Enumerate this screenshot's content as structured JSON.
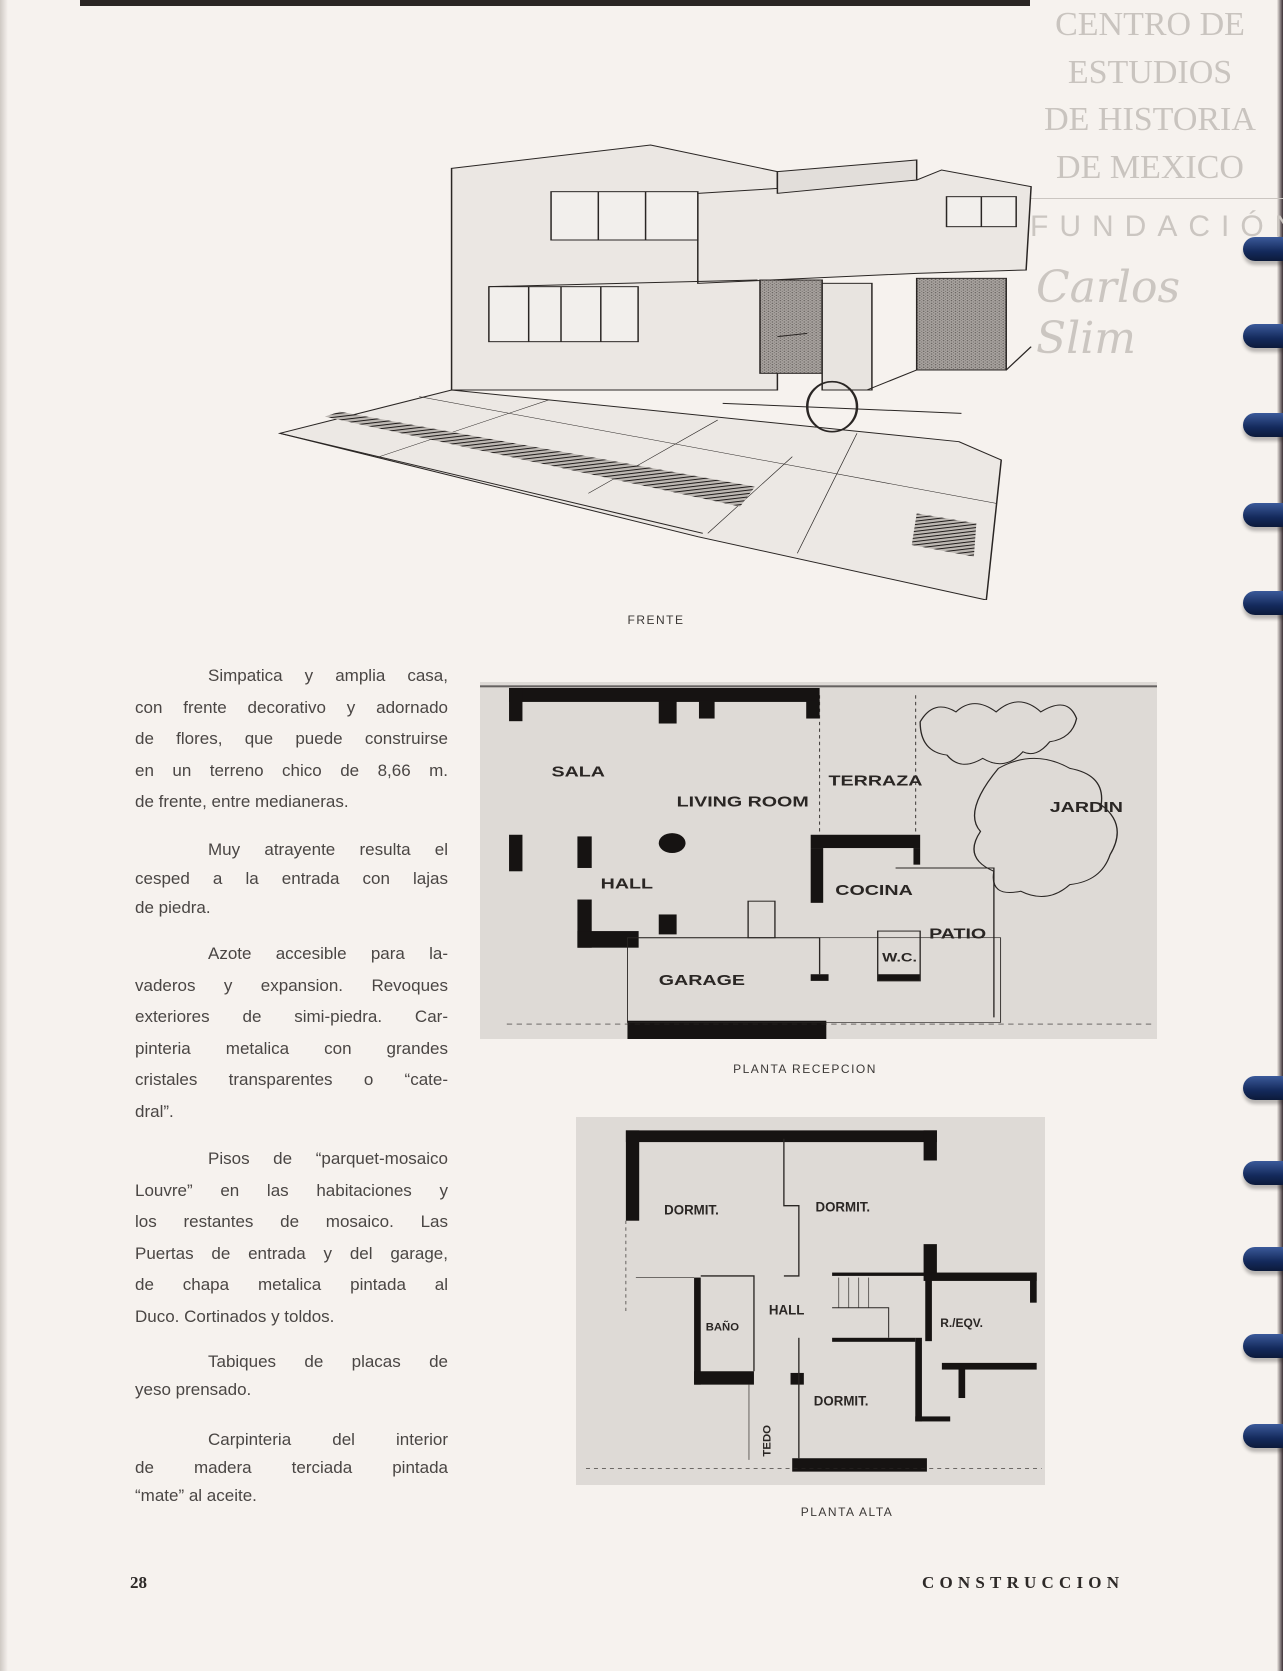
{
  "watermark": {
    "lines": [
      "CENTRO DE",
      "ESTUDIOS",
      "DE HISTORIA",
      "DE MEXICO"
    ],
    "foundation": "FUNDACIÓN",
    "signature": "Carlos Slim"
  },
  "figures": {
    "front": {
      "caption": "FRENTE"
    },
    "ground_floor": {
      "caption": "PLANTA RECEPCION",
      "rooms": [
        "SALA",
        "LIVING ROOM",
        "TERRAZA",
        "JARDIN",
        "HALL",
        "COCINA",
        "PATIO",
        "W.C.",
        "GARAGE"
      ]
    },
    "upper_floor": {
      "caption": "PLANTA ALTA",
      "rooms": [
        "DORMIT.",
        "DORMIT.",
        "HALL",
        "BAÑO",
        "R./EQV.",
        "DORMIT.",
        "TEDO"
      ]
    }
  },
  "body": {
    "paragraphs": [
      [
        "Simpatica y amplia casa,",
        "con frente decorativo y adornado",
        "de flores, que puede construirse",
        "en un terreno chico de 8,66 m.",
        "de frente, entre medianeras."
      ],
      [
        "Muy atrayente resulta el",
        "cesped a la entrada con lajas",
        "de piedra."
      ],
      [
        "Azote accesible para la-",
        "vaderos y expansion. Revoques",
        "exteriores de simi-piedra. Car-",
        "pinteria metalica con grandes",
        "cristales transparentes o “cate-",
        "dral”."
      ],
      [
        "Pisos de “parquet-mosaico",
        "Louvre” en las habitaciones y",
        "los restantes de mosaico. Las",
        "Puertas de entrada y del garage,",
        "de chapa metalica pintada al",
        "Duco. Cortinados y toldos."
      ],
      [
        "Tabiques de placas de",
        "yeso prensado."
      ],
      [
        "Carpinteria del interior",
        "de madera terciada pintada",
        "“mate” al aceite."
      ]
    ]
  },
  "footer": {
    "page_number": "28",
    "magazine": "CONSTRUCCION"
  }
}
